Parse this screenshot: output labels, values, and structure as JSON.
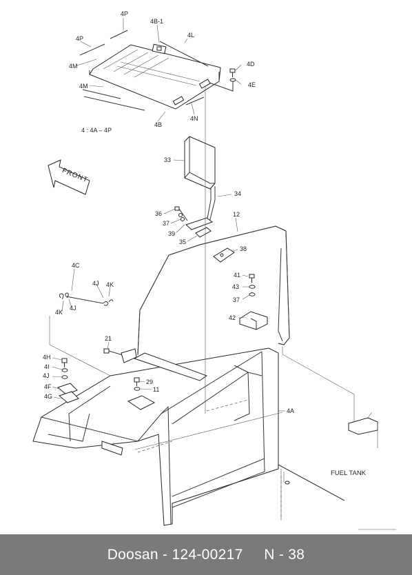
{
  "labels": {
    "p4P_top": "4P",
    "p4B1": "4B-1",
    "p4P_left": "4P",
    "p4L": "4L",
    "p4M_a": "4M",
    "p4D": "4D",
    "p4E": "4E",
    "p4M_b": "4M",
    "p4N": "4N",
    "p4B": "4B",
    "group_note": "4 : 4A – 4P",
    "front": "FRONT",
    "p33": "33",
    "p34": "34",
    "p36": "36",
    "p12": "12",
    "p37a": "37",
    "p39": "39",
    "p35": "35",
    "p38": "38",
    "p4C": "4C",
    "p4J_a": "4J",
    "p4K_a": "4K",
    "p41": "41",
    "p43": "43",
    "p37b": "37",
    "p4K_b": "4K",
    "p4J_b": "4J",
    "p42": "42",
    "p21": "21",
    "p4H": "4H",
    "p4I": "4I",
    "p4J_c": "4J",
    "p4F": "4F",
    "p4G": "4G",
    "p29": "29",
    "p11": "11",
    "p4A": "4A",
    "fuel_tank": "FUEL TANK"
  },
  "footer": {
    "brand": "Doosan",
    "separator": " - ",
    "part_number": "124-00217",
    "page_ref": "N - 38"
  }
}
